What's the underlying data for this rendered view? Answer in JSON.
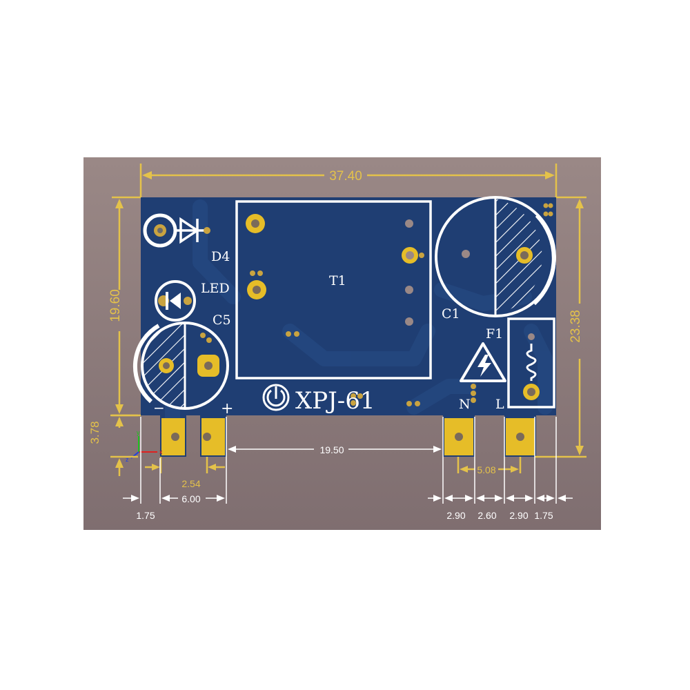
{
  "colors": {
    "background_top": "#9a8886",
    "background_bottom": "#7f6e70",
    "pcb_blue": "#1f3e73",
    "trace_blue": "#24477f",
    "pad_gold": "#e6bd28",
    "dimension_gold": "#e4c24a",
    "dimension_white": "#ffffff",
    "silkscreen": "#ffffff"
  },
  "dimensions": {
    "board_width": "37.40",
    "board_height_left": "19.60",
    "board_height_right": "23.38",
    "tab_height": "3.78",
    "pad_pitch_output": "2.54",
    "output_span": "6.00",
    "left_margin": "1.75",
    "connector_gap": "19.50",
    "pad_pitch_input": "5.08",
    "seg_a": "2.90",
    "seg_b": "2.60",
    "seg_c": "2.90",
    "right_margin": "1.75"
  },
  "silkscreen": {
    "d4": "D4",
    "led": "LED",
    "c5": "C5",
    "t1": "T1",
    "c1": "C1",
    "f1": "F1",
    "brand": "XPJ-61",
    "minus": "−",
    "plus": "+",
    "n": "N",
    "l": "L"
  },
  "axes": {
    "x": "x",
    "y": "y",
    "z": "z"
  },
  "icons": [
    "diode-icon",
    "led-icon",
    "power-icon",
    "high-voltage-icon",
    "fuse-icon",
    "capacitor-icon"
  ]
}
